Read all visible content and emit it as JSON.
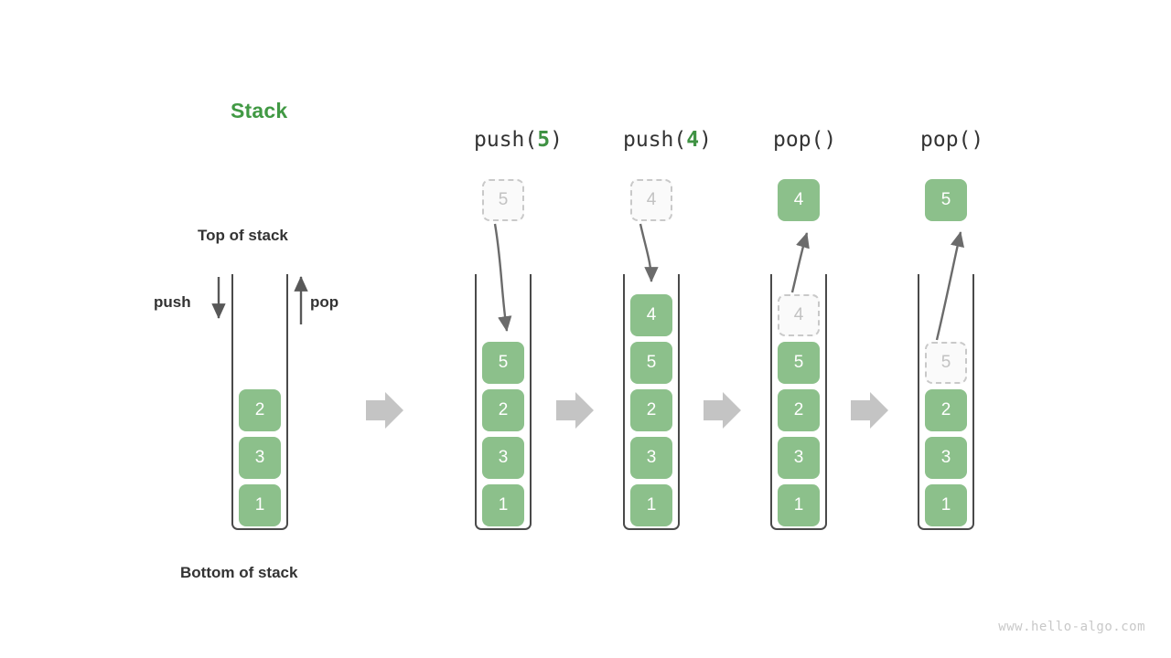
{
  "title": "Stack",
  "labels": {
    "top_of_stack": "Top of stack",
    "bottom_of_stack": "Bottom of stack",
    "push": "push",
    "pop": "pop"
  },
  "watermark": "www.hello-algo.com",
  "colors": {
    "block_fill": "#8cc08b",
    "block_text": "#ffffff",
    "ghost_fill": "#fafafa",
    "ghost_border": "#c9c9c9",
    "ghost_text": "#c2c2c2",
    "title_green": "#419944",
    "label_dark": "#333333",
    "container_stroke": "#4a4a4a",
    "transition_arrow": "#c4c4c4",
    "curve_arrow": "#6b6b6b",
    "watermark": "#c8c8c8"
  },
  "panels": [
    {
      "id": "initial",
      "op_prefix": "",
      "op_arg": "",
      "op_suffix": "",
      "blocks": [
        "2",
        "3",
        "1"
      ],
      "floating": null,
      "ghost_top": null
    },
    {
      "id": "push-5",
      "op_prefix": "push(",
      "op_arg": "5",
      "op_suffix": ")",
      "blocks": [
        "5",
        "2",
        "3",
        "1"
      ],
      "floating": {
        "value": "5",
        "kind": "ghost"
      },
      "ghost_top": null
    },
    {
      "id": "push-4",
      "op_prefix": "push(",
      "op_arg": "4",
      "op_suffix": ")",
      "blocks": [
        "4",
        "5",
        "2",
        "3",
        "1"
      ],
      "floating": {
        "value": "4",
        "kind": "ghost"
      },
      "ghost_top": null
    },
    {
      "id": "pop-1",
      "op_prefix": "pop()",
      "op_arg": "",
      "op_suffix": "",
      "blocks": [
        "5",
        "2",
        "3",
        "1"
      ],
      "floating": {
        "value": "4",
        "kind": "solid"
      },
      "ghost_top": "4"
    },
    {
      "id": "pop-2",
      "op_prefix": "pop()",
      "op_arg": "",
      "op_suffix": "",
      "blocks": [
        "2",
        "3",
        "1"
      ],
      "floating": {
        "value": "5",
        "kind": "solid"
      },
      "ghost_top": "5"
    }
  ],
  "transition_arrows": 4
}
